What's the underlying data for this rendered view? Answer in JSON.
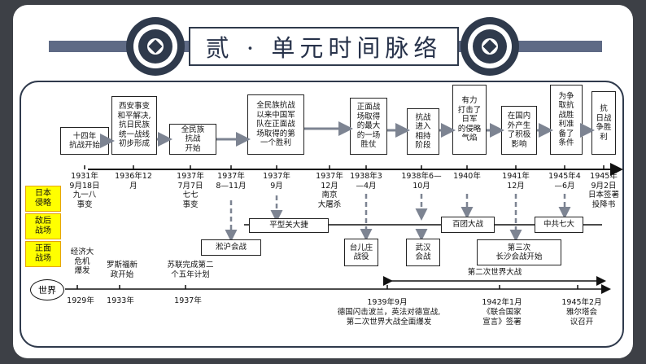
{
  "title": "贰 · 单元时间脉络",
  "side_labels": [
    "日本\n侵略",
    "敌后\n战场",
    "正面\n战场"
  ],
  "world": "世界",
  "top_events": [
    {
      "text": "十四年\n抗战开始",
      "date": "1931年\n9月18日\n九一八\n事变"
    },
    {
      "text": "西安事变\n和平解决,\n抗日民族\n统一战线\n初步形成",
      "date": "1936年12\n月"
    },
    {
      "text": "全民族\n抗战\n开始",
      "date": "1937年\n7月7日\n七七\n事变"
    },
    {
      "text": "",
      "date": "1937年\n8—11月"
    },
    {
      "text": "全民族抗战\n以来中国军\n队在正面战\n场取得的第\n一个胜利",
      "date": "1937年\n9月"
    },
    {
      "text": "",
      "date": "1937年\n12月\n南京\n大屠杀"
    },
    {
      "text": "正面战\n场取得\n的最大\n的一场\n胜仗",
      "date": "1938年3\n—4月"
    },
    {
      "text": "抗战\n进入\n相持\n阶段",
      "date": "1938年6—\n10月"
    },
    {
      "text": "有力\n打击了\n日军\n的侵略\n气焰",
      "date": "1940年"
    },
    {
      "text": "在国内\n外产生\n了积极\n影响",
      "date": "1941年\n12月"
    },
    {
      "text": "为争\n取抗\n战胜\n利准\n备了\n条件",
      "date": "1945年4\n—6月"
    },
    {
      "text": "抗\n日战\n争胜\n利",
      "date": "1945年\n9月2日\n日本签署\n投降书"
    }
  ],
  "battles": {
    "pingxingguan": "平型关大捷",
    "songhu": "淞沪会战",
    "taierzhuang": "台儿庄\n战役",
    "wuhan": "武汉\n会战",
    "baituan": "百团大战",
    "changsha": "第三次\n长沙会战开始",
    "qida": "中共七大"
  },
  "world_events": [
    {
      "text": "经济大\n危机\n爆发",
      "date": "1929年"
    },
    {
      "text": "罗斯福新\n政开始",
      "date": "1933年"
    },
    {
      "text": "苏联完成第二\n个五年计划",
      "date": "1937年"
    },
    {
      "text": "",
      "date": "1939年9月"
    },
    {
      "text": "德国闪击波兰，英法对德宣战,\n第二次世界大战全面爆发",
      "date": ""
    },
    {
      "text": "",
      "date": "1942年1月"
    },
    {
      "text": "《联合国家\n宣言》签署",
      "date": ""
    },
    {
      "text": "",
      "date": "1945年2月"
    },
    {
      "text": "雅尔塔会\n议召开",
      "date": ""
    }
  ],
  "ww2_label": "第二次世界大战",
  "colors": {
    "frame": "#2f3a4c",
    "ribbon": "#5e6a85",
    "arrow": "#7d8492",
    "side": "#ffff00",
    "bg": "#3d4046"
  }
}
